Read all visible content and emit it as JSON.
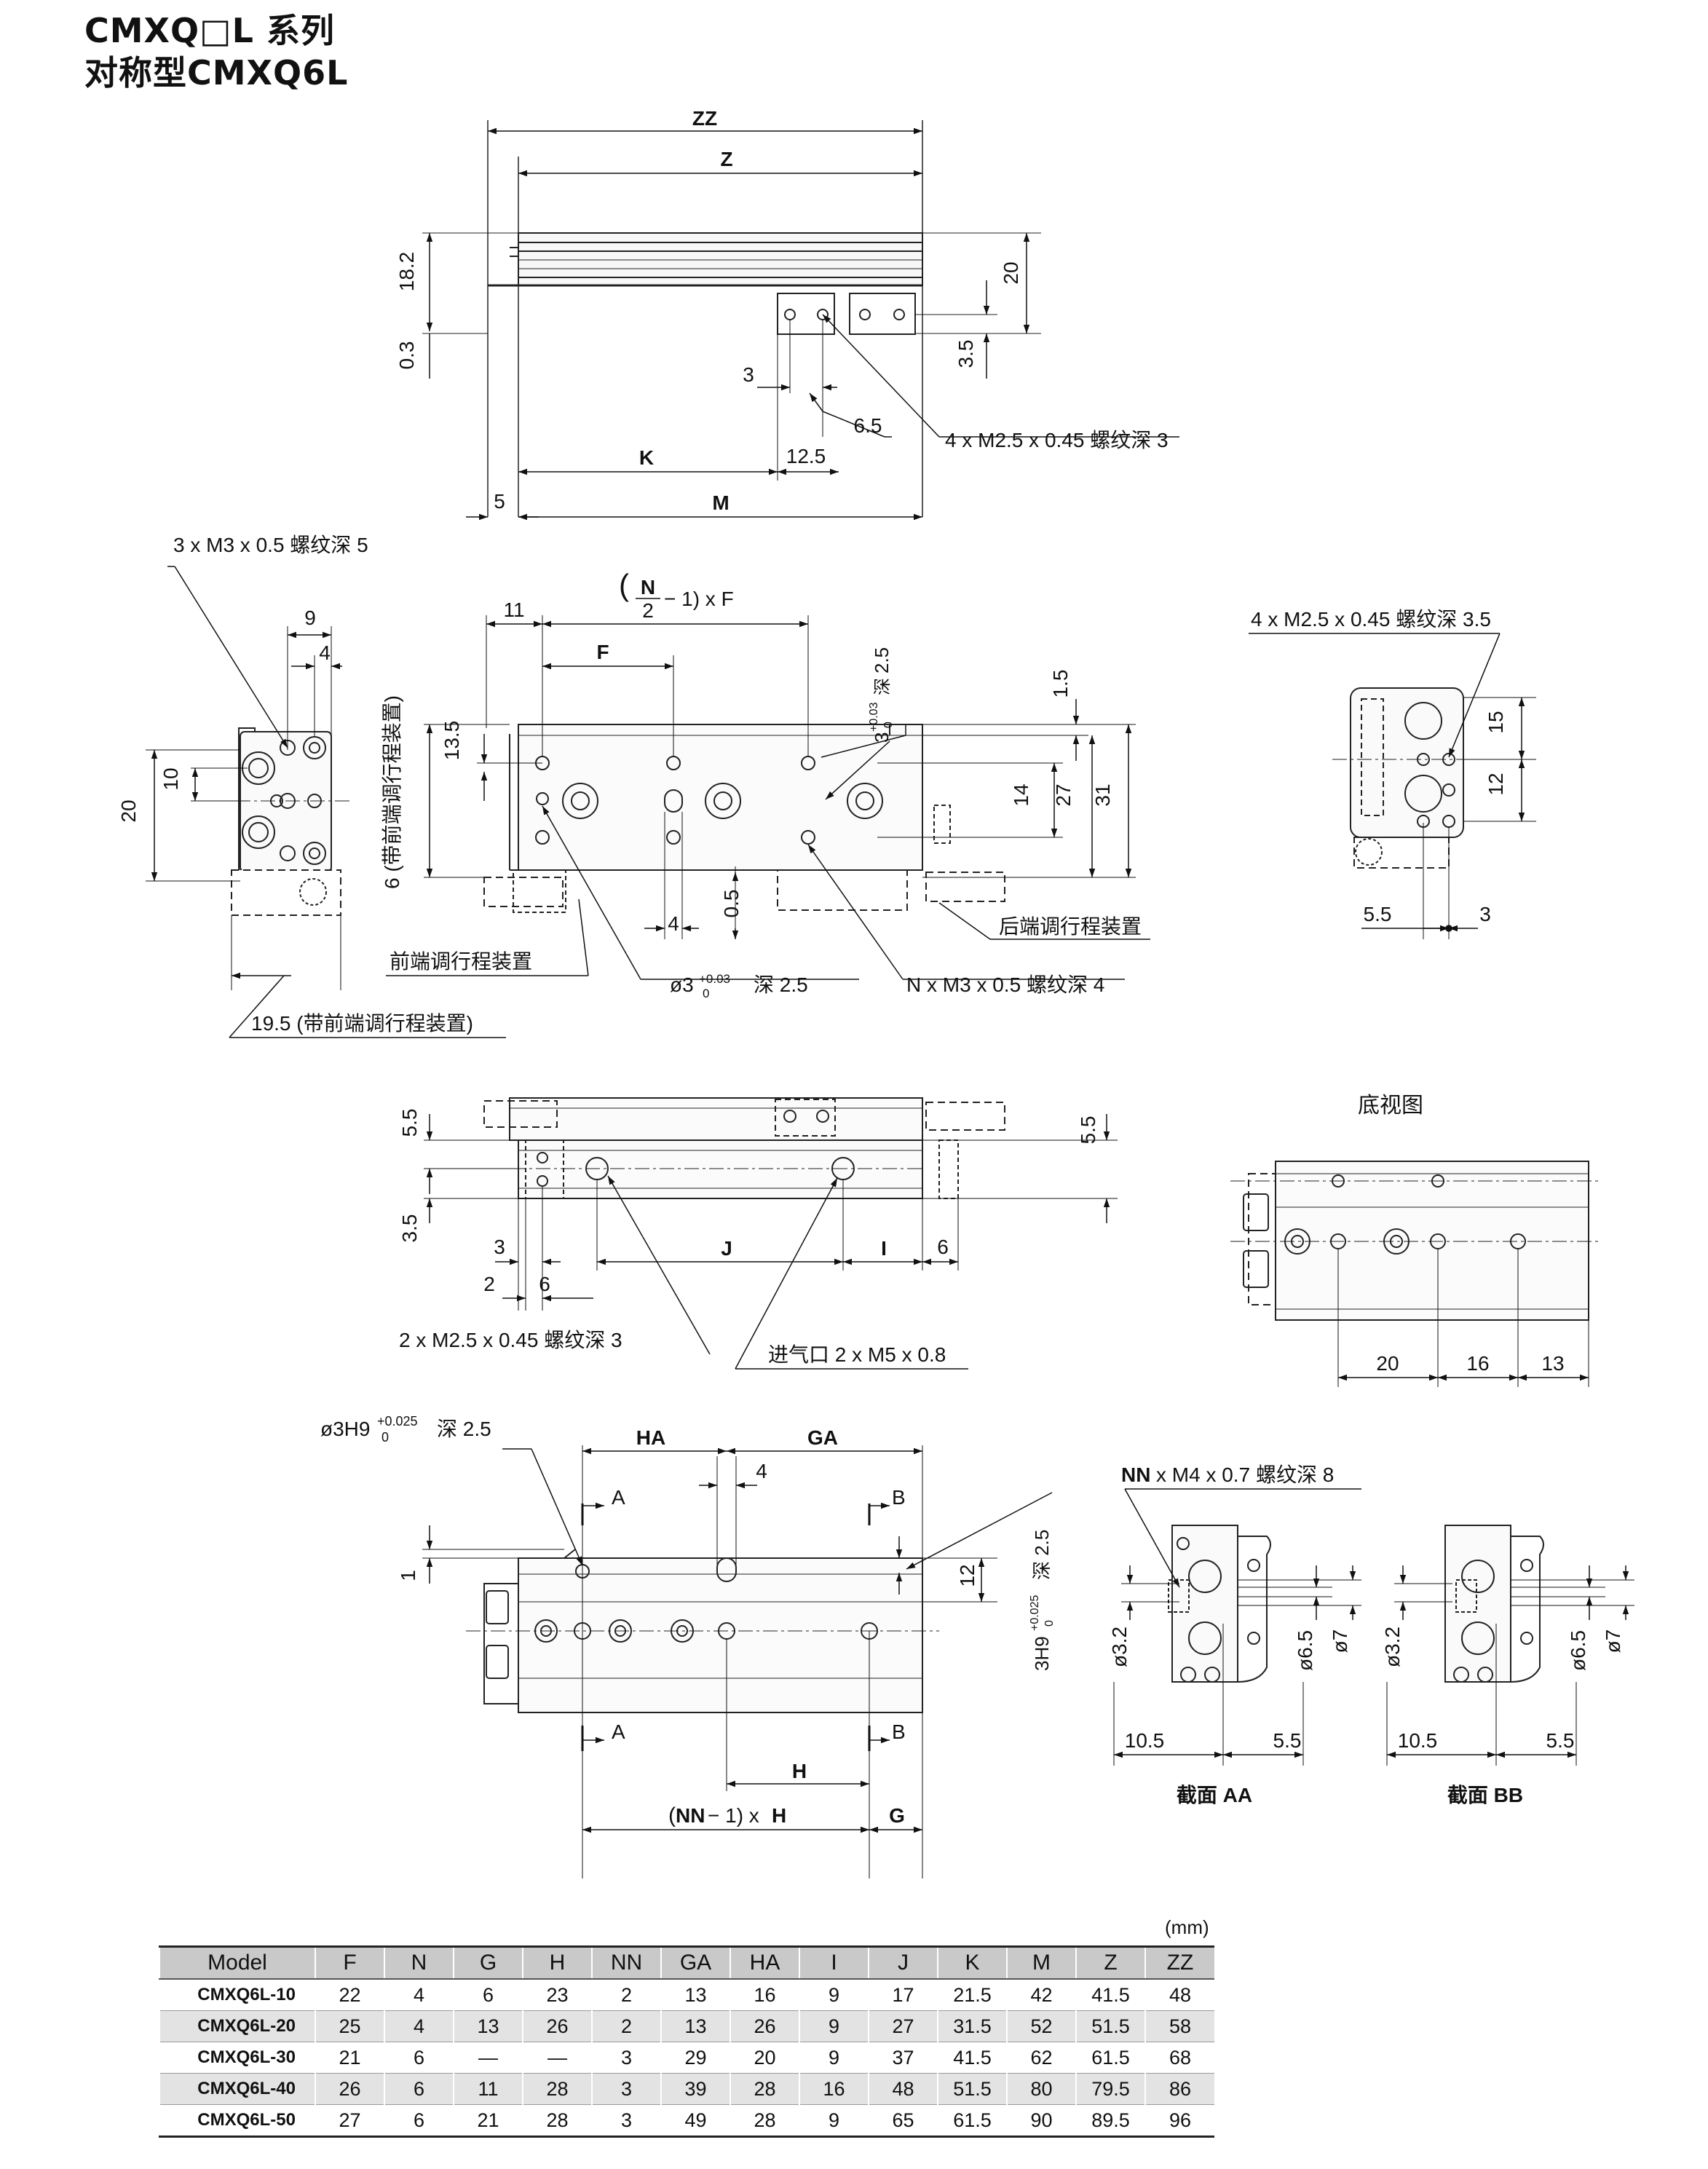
{
  "title": {
    "line1": "CMXQ□L 系列",
    "line2": "对称型CMXQ6L"
  },
  "top_view": {
    "zz": "ZZ",
    "z": "Z",
    "k": "K",
    "m": "M",
    "d_18_2": "18.2",
    "d_0_3": "0.3",
    "d_20": "20",
    "d_3_5": "3.5",
    "d_3": "3",
    "d_6_5": "6.5",
    "d_12_5": "12.5",
    "d_5": "5",
    "note_tap": "4 x M2.5 x 0.45 螺纹深 3"
  },
  "side_view": {
    "note_tap": "3 x M3 x 0.5  螺纹深 5",
    "d_9": "9",
    "d_4": "4",
    "d_20": "20",
    "d_10": "10",
    "note_width": "19.5 (带前端调行程装置)"
  },
  "front_view": {
    "d_11": "11",
    "d_f_top": "F",
    "d_f": "F",
    "n_over_2": "N",
    "n_den": "2",
    "n_minus": "− 1) x F",
    "d_13_5": "13.5",
    "d_6_front": "6 (带前端调行程装置)",
    "d_1_5": "1.5",
    "d_14": "14",
    "d_27": "27",
    "d_31": "31",
    "d_2_5": "2.5",
    "deep_label": "深",
    "tol_a": "+0.03",
    "tol_b": "0",
    "pin_3": "3",
    "d_4": "4",
    "d_0_5": "0.5",
    "front_adjust": "前端调行程装置",
    "rear_adjust": "后端调行程装置",
    "pin_note": "ø3",
    "pin_note_tol_a": "+0.03",
    "pin_note_tol_b": "0",
    "pin_note_depth": "深 2.5",
    "n_tap_note": "N x M3 x 0.5   螺纹深 4"
  },
  "end_view_right": {
    "note": "4 x M2.5 x 0.45  螺纹深 3.5",
    "d_15": "15",
    "d_12": "12",
    "d_5_5": "5.5",
    "d_3": "3"
  },
  "lower_view": {
    "d_5_5_left": "5.5",
    "d_3_5": "3.5",
    "d_5_5_right": "5.5",
    "d_3": "3",
    "d_j": "J",
    "d_i": "I",
    "d_6a": "6",
    "d_2": "2",
    "d_6b": "6",
    "tap_note": "2 x M2.5 x 0.45   螺纹深 3",
    "port_note": "进气口  2 x M5 x 0.8"
  },
  "bottom_view": {
    "title": "底视图",
    "d_20": "20",
    "d_16": "16",
    "d_13": "13"
  },
  "section_view": {
    "pin_note": "ø3H9",
    "pin_tol_a": "+0.025",
    "pin_tol_b": "0",
    "pin_depth": "深 2.5",
    "d_ha": "HA",
    "d_ga": "GA",
    "d_4": "4",
    "cut_a": "A",
    "cut_b": "B",
    "d_1": "1",
    "d_12": "12",
    "slot_note": "3H9",
    "slot_tol_a": "+0.025",
    "slot_tol_b": "0",
    "slot_depth": "深 2.5",
    "d_h": "H",
    "d_nn": "NN",
    "d_nn_rest": " − 1) x ",
    "d_nn_h": "H",
    "d_g": "G"
  },
  "section_aa": {
    "tap_note_nn": "NN",
    "tap_note_rest": " x M4 x 0.7  螺纹深 8",
    "d_3_2": "ø3.2",
    "d_6_5": "ø6.5",
    "d_7": "ø7",
    "d_10_5": "10.5",
    "d_5_5": "5.5",
    "label": "截面 AA"
  },
  "section_bb": {
    "d_3_2": "ø3.2",
    "d_6_5": "ø6.5",
    "d_7": "ø7",
    "d_10_5": "10.5",
    "d_5_5": "5.5",
    "label": "截面 BB"
  },
  "table": {
    "unit": "(mm)",
    "headers": [
      "Model",
      "F",
      "N",
      "G",
      "H",
      "NN",
      "GA",
      "HA",
      "I",
      "J",
      "K",
      "M",
      "Z",
      "ZZ"
    ],
    "rows": [
      [
        "CMXQ6L-10",
        "22",
        "4",
        "6",
        "23",
        "2",
        "13",
        "16",
        "9",
        "17",
        "21.5",
        "42",
        "41.5",
        "48"
      ],
      [
        "CMXQ6L-20",
        "25",
        "4",
        "13",
        "26",
        "2",
        "13",
        "26",
        "9",
        "27",
        "31.5",
        "52",
        "51.5",
        "58"
      ],
      [
        "CMXQ6L-30",
        "21",
        "6",
        "—",
        "—",
        "3",
        "29",
        "20",
        "9",
        "37",
        "41.5",
        "62",
        "61.5",
        "68"
      ],
      [
        "CMXQ6L-40",
        "26",
        "6",
        "11",
        "28",
        "3",
        "39",
        "28",
        "16",
        "48",
        "51.5",
        "80",
        "79.5",
        "86"
      ],
      [
        "CMXQ6L-50",
        "27",
        "6",
        "21",
        "28",
        "3",
        "49",
        "28",
        "9",
        "65",
        "61.5",
        "90",
        "89.5",
        "96"
      ]
    ]
  }
}
